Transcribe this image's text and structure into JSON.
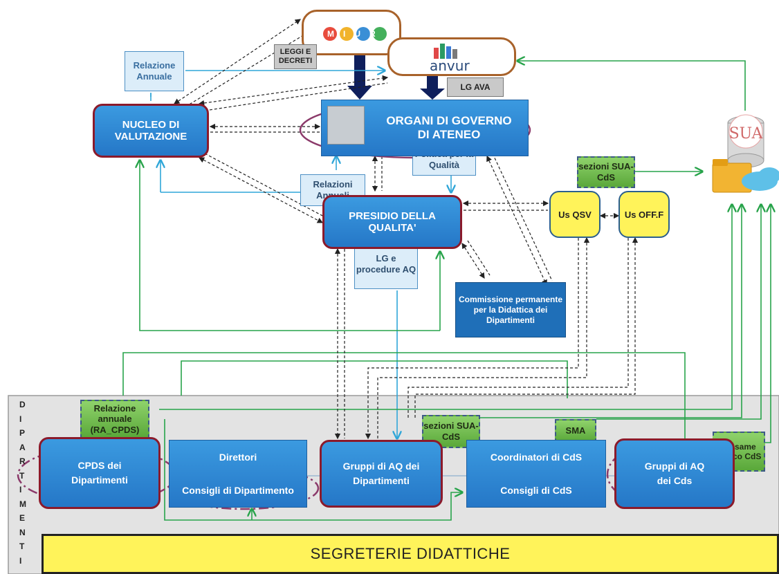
{
  "logos": {
    "miur": "MIUR",
    "anvur": "anvur",
    "sua": "SUA"
  },
  "notes": {
    "leggi_decreti": "LEGGI E DECRETI",
    "lg_ava": "LG AVA",
    "relazione_annuale": "Relazione Annuale",
    "relazioni_annuali": "Relazioni Annuali",
    "politica_qualita": "Politica per la Qualità",
    "lg_procedure": "LG e procedure AQ",
    "sezioni_sua_cds_top": "sezioni SUA-CdS",
    "relazione_annuale_cpds": "Relazione annuale (RA_CPDS)",
    "sezioni_sua_cds_bottom": "sezioni SUA-CdS",
    "sma": "SMA",
    "riesame": "Riesame ciclico CdS"
  },
  "nodes": {
    "nucleo": "NUCLEO DI VALUTAZIONE",
    "organi": "ORGANI DI GOVERNO DI ATENEO",
    "presidio": "PRESIDIO DELLA QUALITA'",
    "us_qsv": "Us QSV",
    "us_off": "Us OFF.F",
    "commissione": "Commissione permanente per la Didattica dei Dipartimenti",
    "cpds": "CPDS dei Dipartimenti",
    "direttori": "Direttori",
    "consigli_dip": "Consigli di Dipartimento",
    "gruppi_dip": "Gruppi di AQ dei Dipartimenti",
    "coordinatori": "Coordinatori di CdS",
    "consigli_cds": "Consigli di CdS",
    "gruppi_cds": "Gruppi di AQ dei Cds",
    "segreterie": "SEGRETERIE DIDATTICHE"
  },
  "side_label": [
    "D",
    "I",
    "P",
    "A",
    "R",
    "T",
    "I",
    "M",
    "E",
    "N",
    "T",
    "I"
  ],
  "colors": {
    "node_blue": "#2a82cf",
    "maroon": "#8b1a2b",
    "yellow": "#fff35a",
    "green_arrow": "#27a34a",
    "cyan_arrow": "#2fa6d8",
    "navy_arrow": "#0f1f5c",
    "band_grey": "#e3e3e3"
  }
}
